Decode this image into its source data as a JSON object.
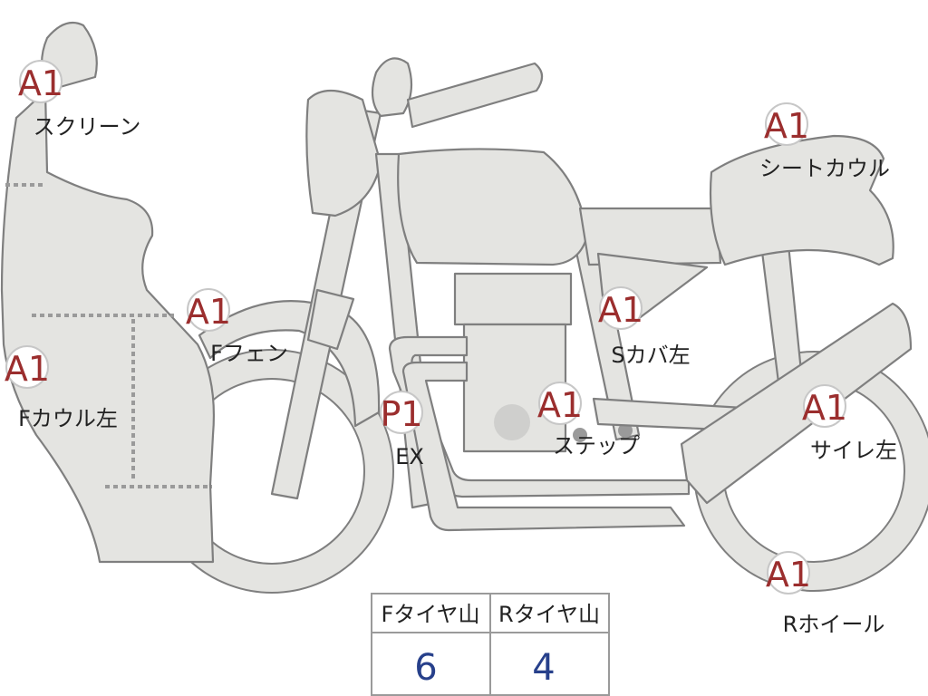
{
  "parts": [
    {
      "name": "screen",
      "code": "A1",
      "label": "スクリーン"
    },
    {
      "name": "seat-cowl",
      "code": "A1",
      "label": "シートカウル"
    },
    {
      "name": "front-fender",
      "code": "A1",
      "label": "Fフェン"
    },
    {
      "name": "side-cover-left",
      "code": "A1",
      "label": "Sカバ左"
    },
    {
      "name": "front-cowl-left",
      "code": "A1",
      "label": "Fカウル左"
    },
    {
      "name": "exhaust",
      "code": "P1",
      "label": "EX"
    },
    {
      "name": "step",
      "code": "A1",
      "label": "ステップ"
    },
    {
      "name": "silencer-left",
      "code": "A1",
      "label": "サイレ左"
    },
    {
      "name": "rear-wheel",
      "code": "A1",
      "label": "Rホイール"
    }
  ],
  "tire_table": {
    "headers": [
      "Fタイヤ山",
      "Rタイヤ山"
    ],
    "values": [
      "6",
      "4"
    ]
  },
  "colors": {
    "badge_code": "#9b2e2e",
    "table_value": "#27408b",
    "part_fill": "#e4e4e1",
    "part_stroke": "#7f7f7f"
  }
}
